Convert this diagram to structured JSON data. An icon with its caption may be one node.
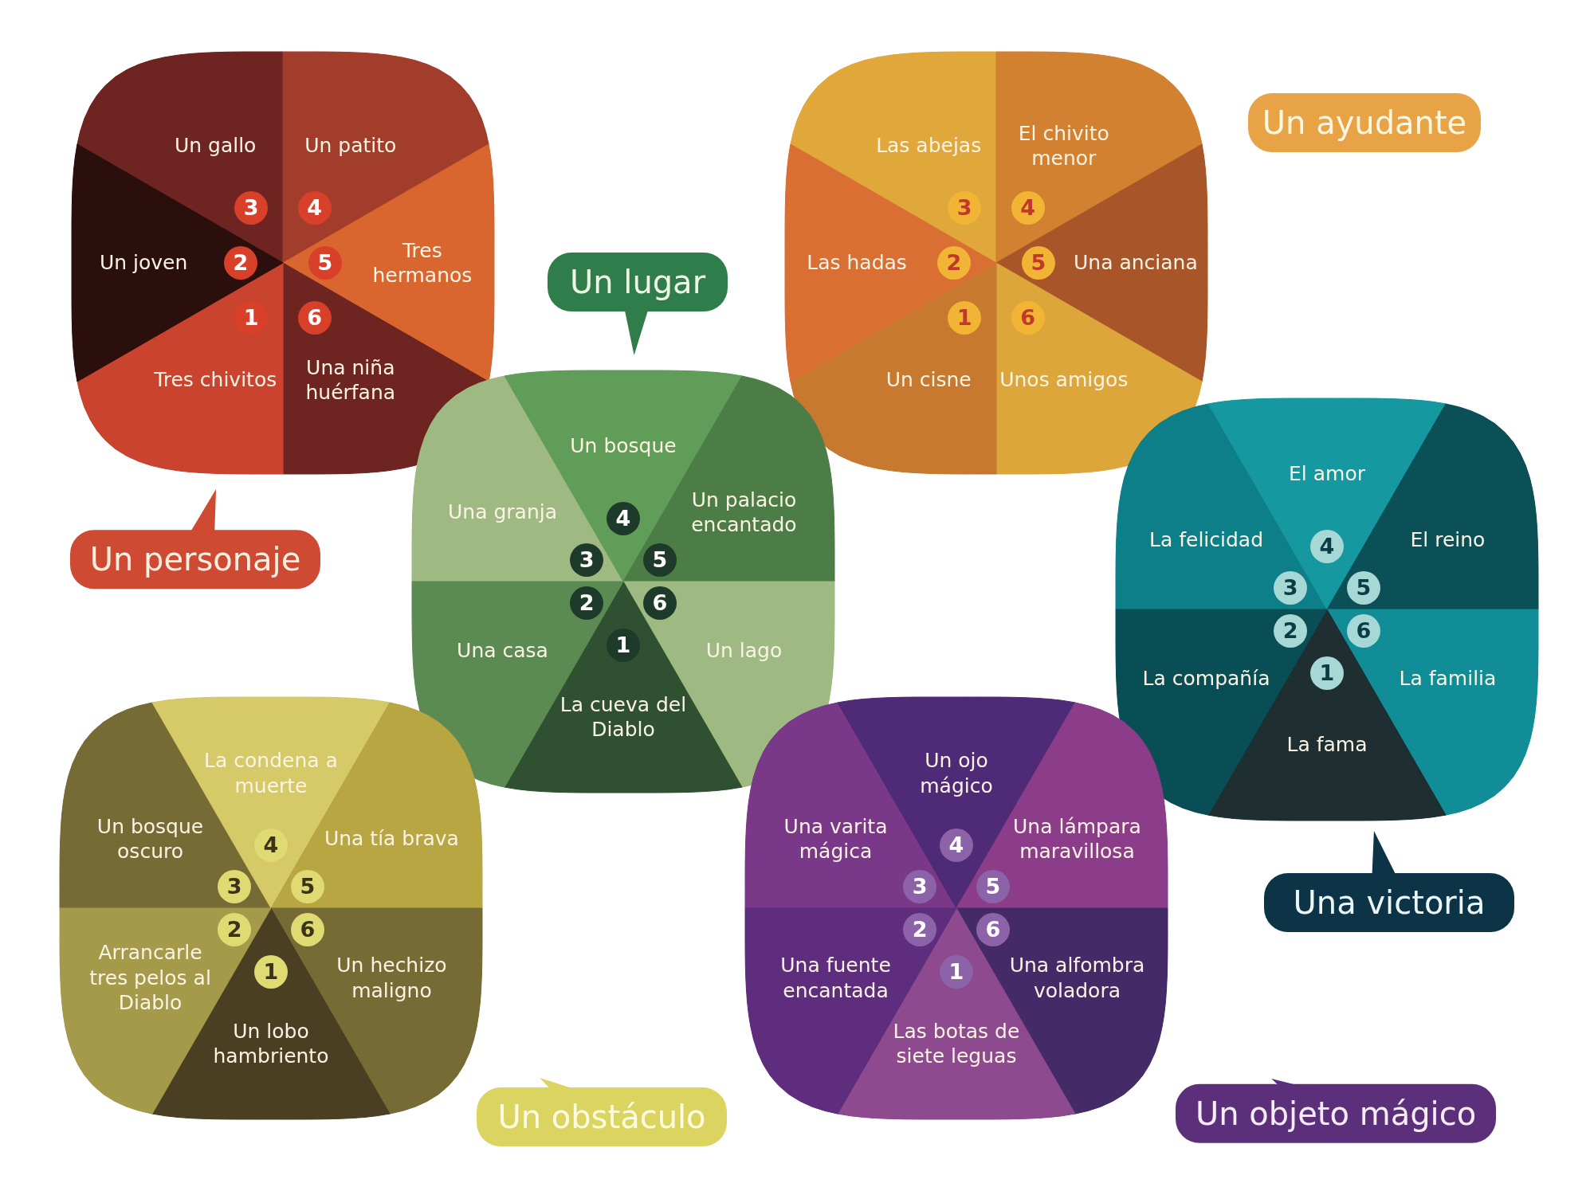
{
  "diagram": {
    "nodes": [
      {
        "text": [
          "Un personaje"
        ]
      },
      {
        "text": [
          "Un gallo",
          "3"
        ],
        "in": 0
      },
      {
        "text": [
          "Un patito",
          "4"
        ],
        "in": 0
      },
      {
        "text": [
          "5",
          "Tres hermanos"
        ],
        "in": 0
      },
      {
        "text": [
          "6",
          "Una niña huérfana"
        ],
        "in": 0
      },
      {
        "text": [
          "1",
          "Tres chivitos"
        ],
        "in": 0
      },
      {
        "text": [
          "Un joven",
          "2"
        ],
        "in": 0
      },
      {
        "text": [
          "Un ayudante"
        ]
      },
      {
        "text": [
          "Las abejas",
          "3"
        ],
        "in": 7
      },
      {
        "text": [
          "El chivito menor",
          "4"
        ],
        "in": 7
      },
      {
        "text": [
          "5",
          "Una anciana"
        ],
        "in": 7
      },
      {
        "text": [
          "6",
          "Unos amigos"
        ],
        "in": 7
      },
      {
        "text": [
          "1",
          "Un cisne"
        ],
        "in": 7
      },
      {
        "text": [
          "Las hadas",
          "2"
        ],
        "in": 7
      },
      {
        "text": [
          "Un lugar"
        ]
      },
      {
        "text": [
          "Una granja",
          "3"
        ],
        "in": 14
      },
      {
        "text": [
          "Un bosque",
          "4"
        ],
        "in": 14
      },
      {
        "text": [
          "Un palacio encantado",
          "5"
        ],
        "in": 14
      },
      {
        "text": [
          "6",
          "Un lago"
        ],
        "in": 14
      },
      {
        "text": [
          "1",
          "La cueva del Diablo"
        ],
        "in": 14
      },
      {
        "text": [
          "2",
          "Una casa"
        ],
        "in": 14
      },
      {
        "text": [
          "Una victoria"
        ]
      },
      {
        "text": [
          "La felicidad",
          "3"
        ],
        "in": 21
      },
      {
        "text": [
          "El amor",
          "4"
        ],
        "in": 21
      },
      {
        "text": [
          "El reino",
          "5"
        ],
        "in": 21
      },
      {
        "text": [
          "6",
          "La familia"
        ],
        "in": 21
      },
      {
        "text": [
          "1",
          "La fama"
        ],
        "in": 21
      },
      {
        "text": [
          "2",
          "La compañía"
        ],
        "in": 21
      },
      {
        "text": [
          "Un obstáculo"
        ]
      },
      {
        "text": [
          "Un bosque oscuro",
          "3"
        ],
        "in": 28
      },
      {
        "text": [
          "La condena a muerte",
          "4"
        ],
        "in": 28
      },
      {
        "text": [
          "Una tía brava",
          "5"
        ],
        "in": 28
      },
      {
        "text": [
          "6",
          "Un hechizo maligno"
        ],
        "in": 28
      },
      {
        "text": [
          "1",
          "Un lobo hambriento"
        ],
        "in": 28
      },
      {
        "text": [
          "2",
          "Arrancarle tres pelos al Diablo"
        ],
        "in": 28
      },
      {
        "text": [
          "Un objeto mágico"
        ]
      },
      {
        "text": [
          "Una varita mágica",
          "3"
        ],
        "in": 35
      },
      {
        "text": [
          "Un ojo mágico",
          "4"
        ],
        "in": 35
      },
      {
        "text": [
          "Una lámpara maravillosa",
          "5"
        ],
        "in": 35
      },
      {
        "text": [
          "6",
          "Una alfombra voladora"
        ],
        "in": 35
      },
      {
        "text": [
          "1",
          "Las botas de siete leguas"
        ],
        "in": 35
      },
      {
        "text": [
          "2",
          "Una fuente encantada"
        ],
        "in": 35
      }
    ]
  }
}
